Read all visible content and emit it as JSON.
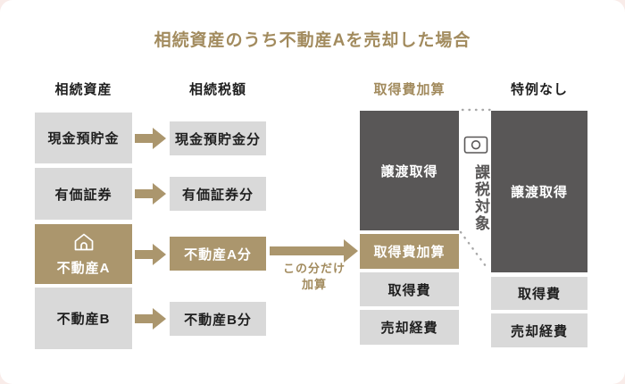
{
  "title": "相続資産のうち不動産Aを売却した場合",
  "headers": {
    "assets": "相続資産",
    "tax": "相続税額",
    "addition": "取得費加算",
    "no_special": "特例なし"
  },
  "assets_column": {
    "items": [
      {
        "label": "現金預貯金",
        "highlight": false
      },
      {
        "label": "有価証券",
        "highlight": false
      },
      {
        "label": "不動産A",
        "highlight": true
      },
      {
        "label": "不動産B",
        "highlight": false
      }
    ]
  },
  "tax_column": {
    "items": [
      {
        "label": "現金預貯金分",
        "highlight": false
      },
      {
        "label": "有価証券分",
        "highlight": false
      },
      {
        "label": "不動産A分",
        "highlight": true
      },
      {
        "label": "不動産B分",
        "highlight": false
      }
    ]
  },
  "addition_column": {
    "transfer": "譲渡取得",
    "addition": "取得費加算",
    "acquisition": "取得費",
    "selling": "売却経費"
  },
  "no_special_column": {
    "transfer": "譲渡取得",
    "acquisition": "取得費",
    "selling": "売却経費"
  },
  "annotations": {
    "note_line1": "この分だけ",
    "note_line2": "加算",
    "taxable": "課税対象"
  },
  "icons": {
    "house": "house-icon",
    "banknote": "banknote-icon"
  },
  "colors": {
    "accent_gold": "#ab966d",
    "accent_gold_text": "#a28b5e",
    "dark_gray": "#595757",
    "light_gray": "#d9d9d9",
    "background": "#ffffff"
  }
}
